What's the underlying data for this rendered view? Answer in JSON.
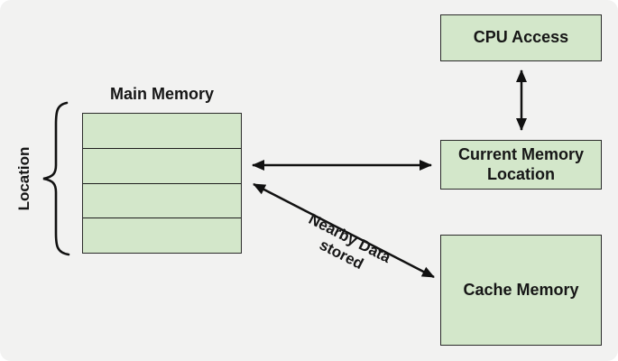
{
  "theme": {
    "background": "#f2f2f1",
    "page_background": "#ffffff",
    "box_fill": "#d3e7ca",
    "box_border": "#2b2b2b",
    "text_color": "#161616",
    "arrow_color": "#111111"
  },
  "diagram": {
    "main_memory": {
      "title": "Main Memory",
      "row_count": 4
    },
    "location_label": "Location",
    "boxes": {
      "cpu_access": {
        "label": "CPU Access"
      },
      "current_memory_location": {
        "label": "Current Memory Location"
      },
      "cache_memory": {
        "label": "Cache Memory"
      }
    },
    "nearby_arrow_label": {
      "line1": "Nearby Data",
      "line2": "stored"
    }
  }
}
